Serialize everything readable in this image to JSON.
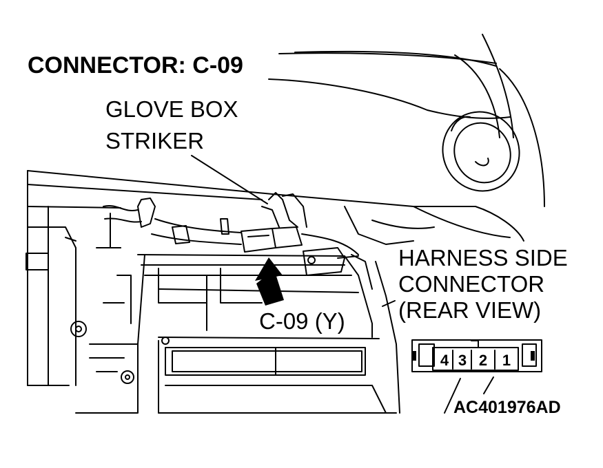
{
  "title": "CONNECTOR: C-09",
  "labels": {
    "glove_box_line1": "GLOVE BOX",
    "glove_box_line2": "STRIKER",
    "harness_line1": "HARNESS SIDE",
    "harness_line2": "CONNECTOR",
    "harness_line3": "(REAR VIEW)",
    "connector_callout": "C-09 (Y)",
    "figure_id": "AC401976AD"
  },
  "connector_pins": [
    "4",
    "3",
    "2",
    "1"
  ],
  "colors": {
    "ink": "#000000",
    "background": "#ffffff"
  }
}
